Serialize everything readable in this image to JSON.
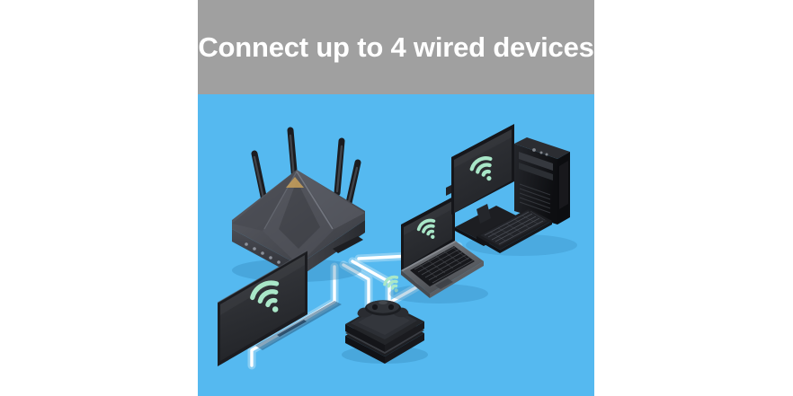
{
  "banner": {
    "headline": "Connect up to 4 wired devices",
    "header_background": "#a0a0a0",
    "headline_color": "#ffffff",
    "scene_background": "#55b9f0",
    "page_background": "#ffffff"
  },
  "palette": {
    "wifi_icon_green": "#a9e7c8",
    "cable_white": "#ffffff",
    "device_dark": "#2b2d31",
    "device_darker": "#141518",
    "router_body": "#4a4c52",
    "router_shadow": "#2f3136",
    "keyboard_gray": "#6f7276",
    "tower_black": "#15161a"
  },
  "scene": {
    "wired_device_count": "4",
    "router": {
      "name": "wireless-router",
      "antenna_count": "4",
      "led_count": "5"
    },
    "devices": [
      {
        "id": "tv",
        "label": "television",
        "icon": "wifi-icon",
        "cable": "ethernet-cable-to-tv"
      },
      {
        "id": "console",
        "label": "game-console",
        "icon": "wifi-icon",
        "cable": "ethernet-cable-to-console"
      },
      {
        "id": "laptop",
        "label": "laptop",
        "icon": "wifi-icon",
        "cable": "ethernet-cable-to-laptop"
      },
      {
        "id": "desktop",
        "label": "desktop-computer",
        "icon": "wifi-icon",
        "cable": "ethernet-cable-to-desktop"
      }
    ]
  }
}
